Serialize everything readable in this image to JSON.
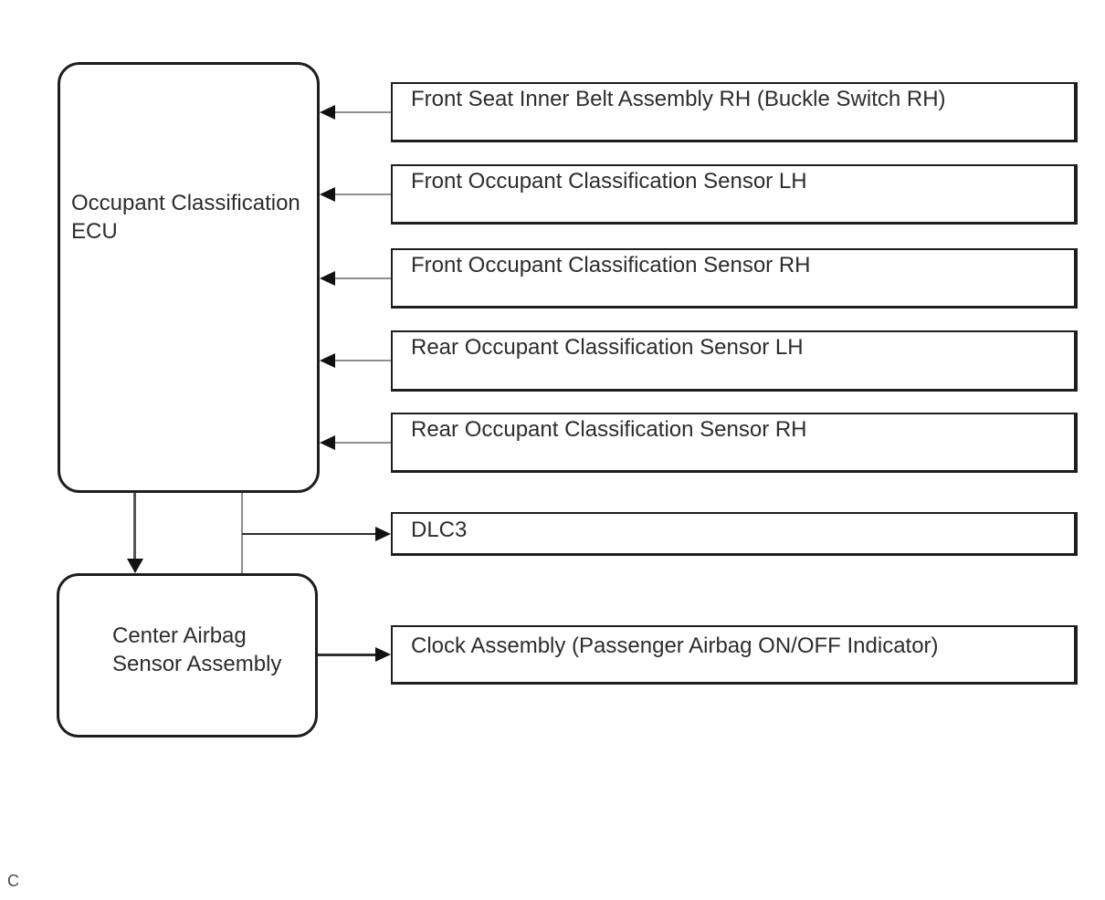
{
  "page": {
    "background": "#ffffff",
    "marker": "C"
  },
  "diagram": {
    "ecu": {
      "label": "Occupant Classification ECU"
    },
    "inputs": [
      {
        "label": "Front Seat Inner Belt Assembly RH (Buckle Switch RH)"
      },
      {
        "label": "Front Occupant Classification Sensor LH"
      },
      {
        "label": "Front Occupant Classification Sensor RH"
      },
      {
        "label": "Rear Occupant Classification Sensor LH"
      },
      {
        "label": "Rear Occupant Classification Sensor RH"
      }
    ],
    "dlc3": {
      "label": "DLC3"
    },
    "center_airbag": {
      "label": "Center Airbag Sensor Assembly"
    },
    "clock": {
      "label": "Clock Assembly (Passenger Airbag ON/OFF Indicator)"
    },
    "colors": {
      "box_border": "#1e1e1e",
      "text": "#2d2d2d",
      "connector_gray": "#8f8f8f",
      "connector_dark": "#2f2f2f",
      "arrowhead": "#111111"
    }
  }
}
